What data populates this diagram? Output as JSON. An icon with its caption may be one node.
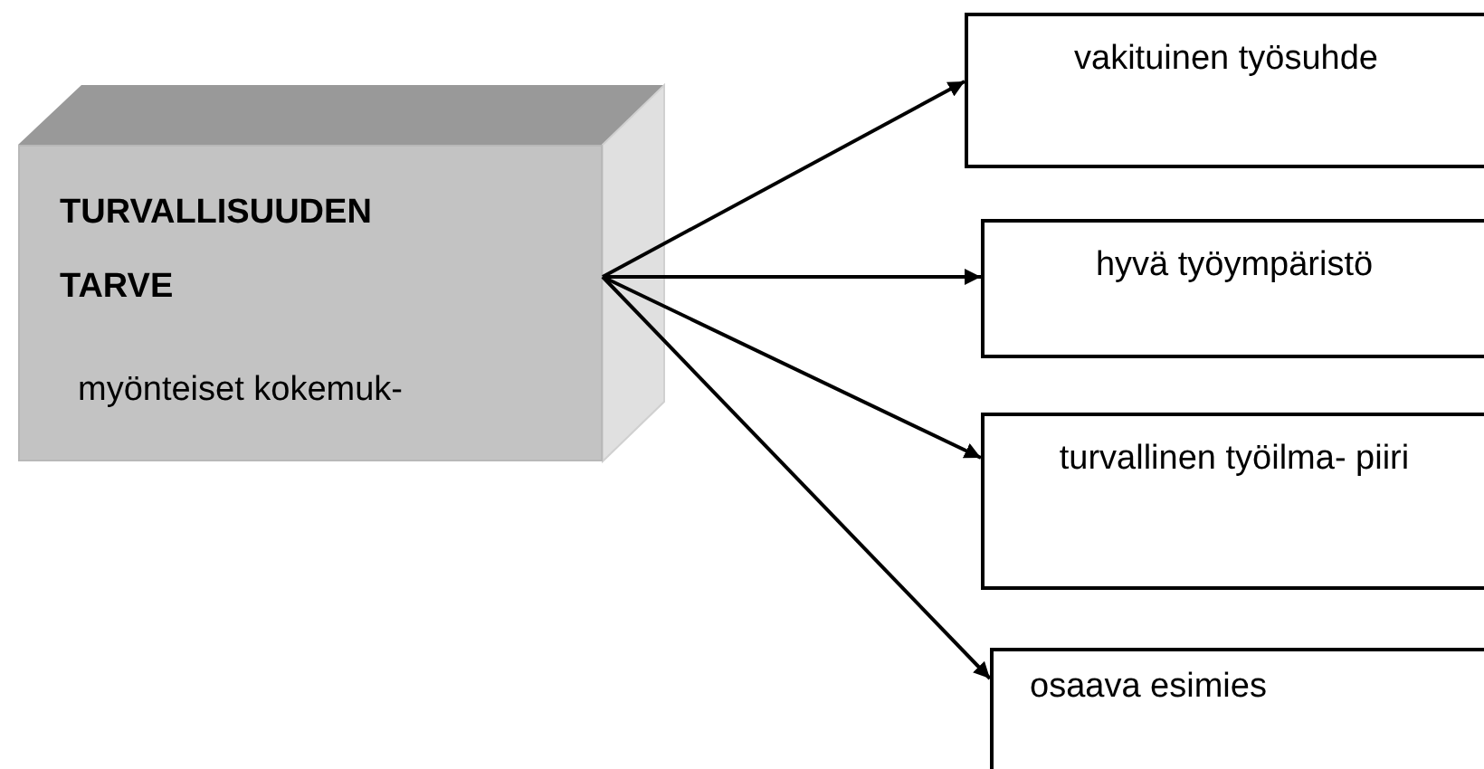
{
  "diagram": {
    "nodes": [
      {
        "text": [
          "TURVALLISUUDEN TARVE",
          "myönteiset kokemuk-"
        ]
      },
      {
        "text": [
          "vakituinen työsuhde"
        ]
      },
      {
        "text": [
          "hyvä työympäristö"
        ]
      },
      {
        "text": [
          "turvallinen työilma- piiri"
        ]
      },
      {
        "text": [
          "osaava esimies"
        ]
      }
    ],
    "edges": [
      {
        "from": 0,
        "to": 1,
        "arrow": "to"
      },
      {
        "from": 0,
        "to": 2,
        "arrow": "to"
      },
      {
        "from": 0,
        "to": 3,
        "arrow": "to"
      },
      {
        "from": 0,
        "to": 4,
        "arrow": "to"
      }
    ]
  }
}
